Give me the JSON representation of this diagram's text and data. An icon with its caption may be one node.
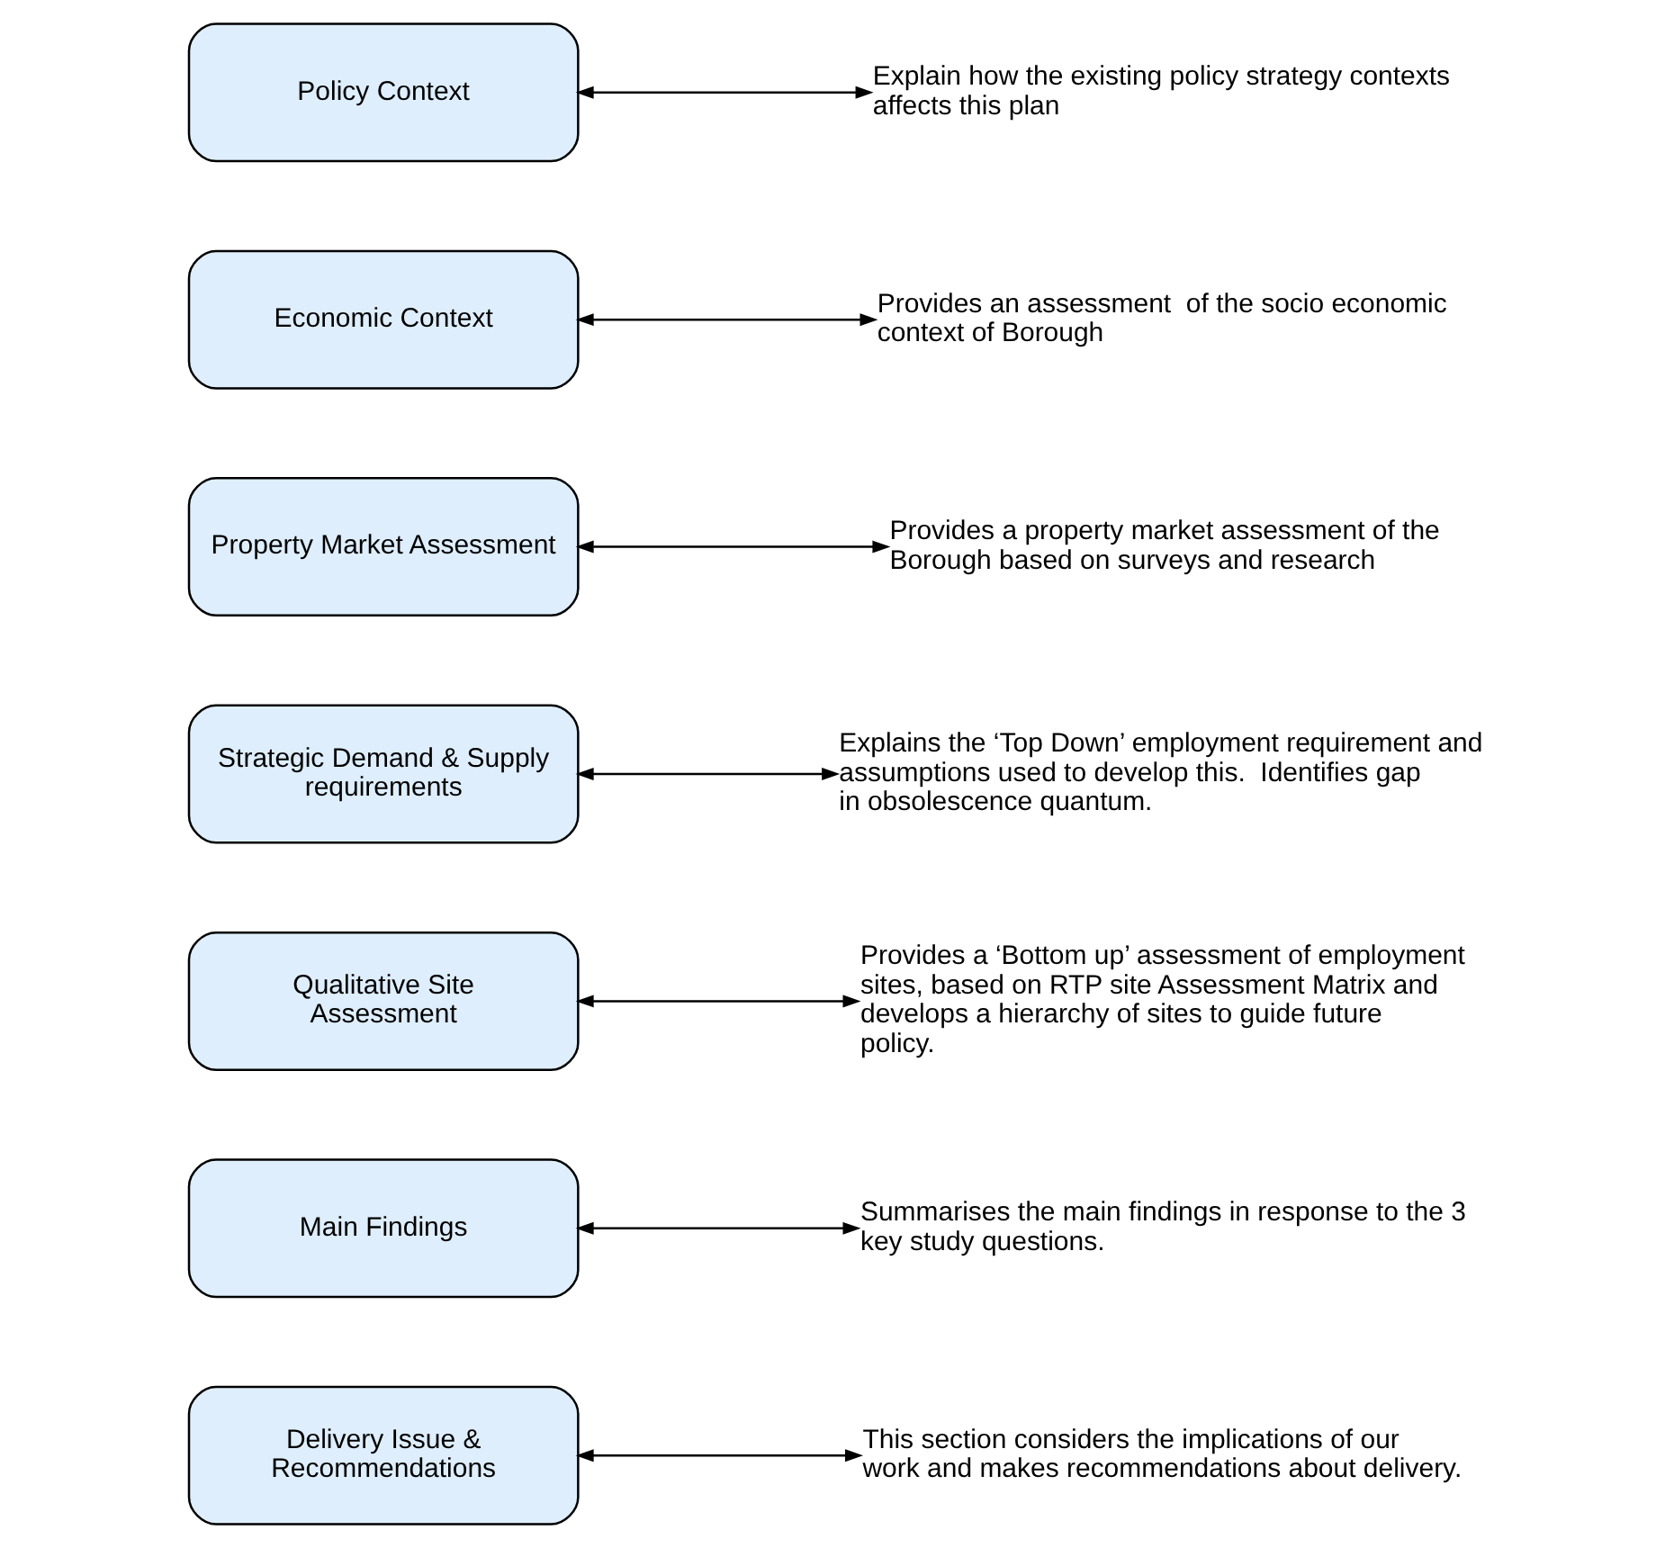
{
  "diagram": {
    "nodes": [
      {
        "text": [
          "Policy Context"
        ]
      },
      {
        "text": [
          "Explain how the existing policy strategy contexts affects this plan"
        ]
      },
      {
        "text": [
          "Economic Context"
        ]
      },
      {
        "text": [
          "Provides an assessment  of the socio economic context of Borough"
        ]
      },
      {
        "text": [
          "Property Market Assessment"
        ]
      },
      {
        "text": [
          "Provides a property market assessment of the Borough based on surveys and research"
        ]
      },
      {
        "text": [
          "Strategic Demand & Supply requirements"
        ]
      },
      {
        "text": [
          "Explains the ‘Top Down’ employment requirement and assumptions used to develop this.  Identifies gap in obsolescence quantum."
        ]
      },
      {
        "text": [
          "Qualitative Site Assessment"
        ]
      },
      {
        "text": [
          "Provides a ‘Bottom up’ assessment of employment sites, based on RTP site Assessment Matrix and develops a hierarchy of sites to guide future policy."
        ]
      },
      {
        "text": [
          "Main Findings"
        ]
      },
      {
        "text": [
          "Summarises the main findings in response to the 3 key study questions."
        ]
      },
      {
        "text": [
          "Delivery Issue & Recommendations"
        ]
      },
      {
        "text": [
          "This section considers the implications of our work and makes recommendations about delivery."
        ]
      }
    ],
    "edges": [
      {
        "from": 0,
        "to": 1,
        "arrow": "both"
      },
      {
        "from": 2,
        "to": 3,
        "arrow": "both"
      },
      {
        "from": 4,
        "to": 5,
        "arrow": "both"
      },
      {
        "from": 6,
        "to": 7,
        "arrow": "both"
      },
      {
        "from": 8,
        "to": 9,
        "arrow": "both"
      },
      {
        "from": 10,
        "to": 11,
        "arrow": "both"
      },
      {
        "from": 12,
        "to": 13,
        "arrow": "both"
      }
    ]
  }
}
